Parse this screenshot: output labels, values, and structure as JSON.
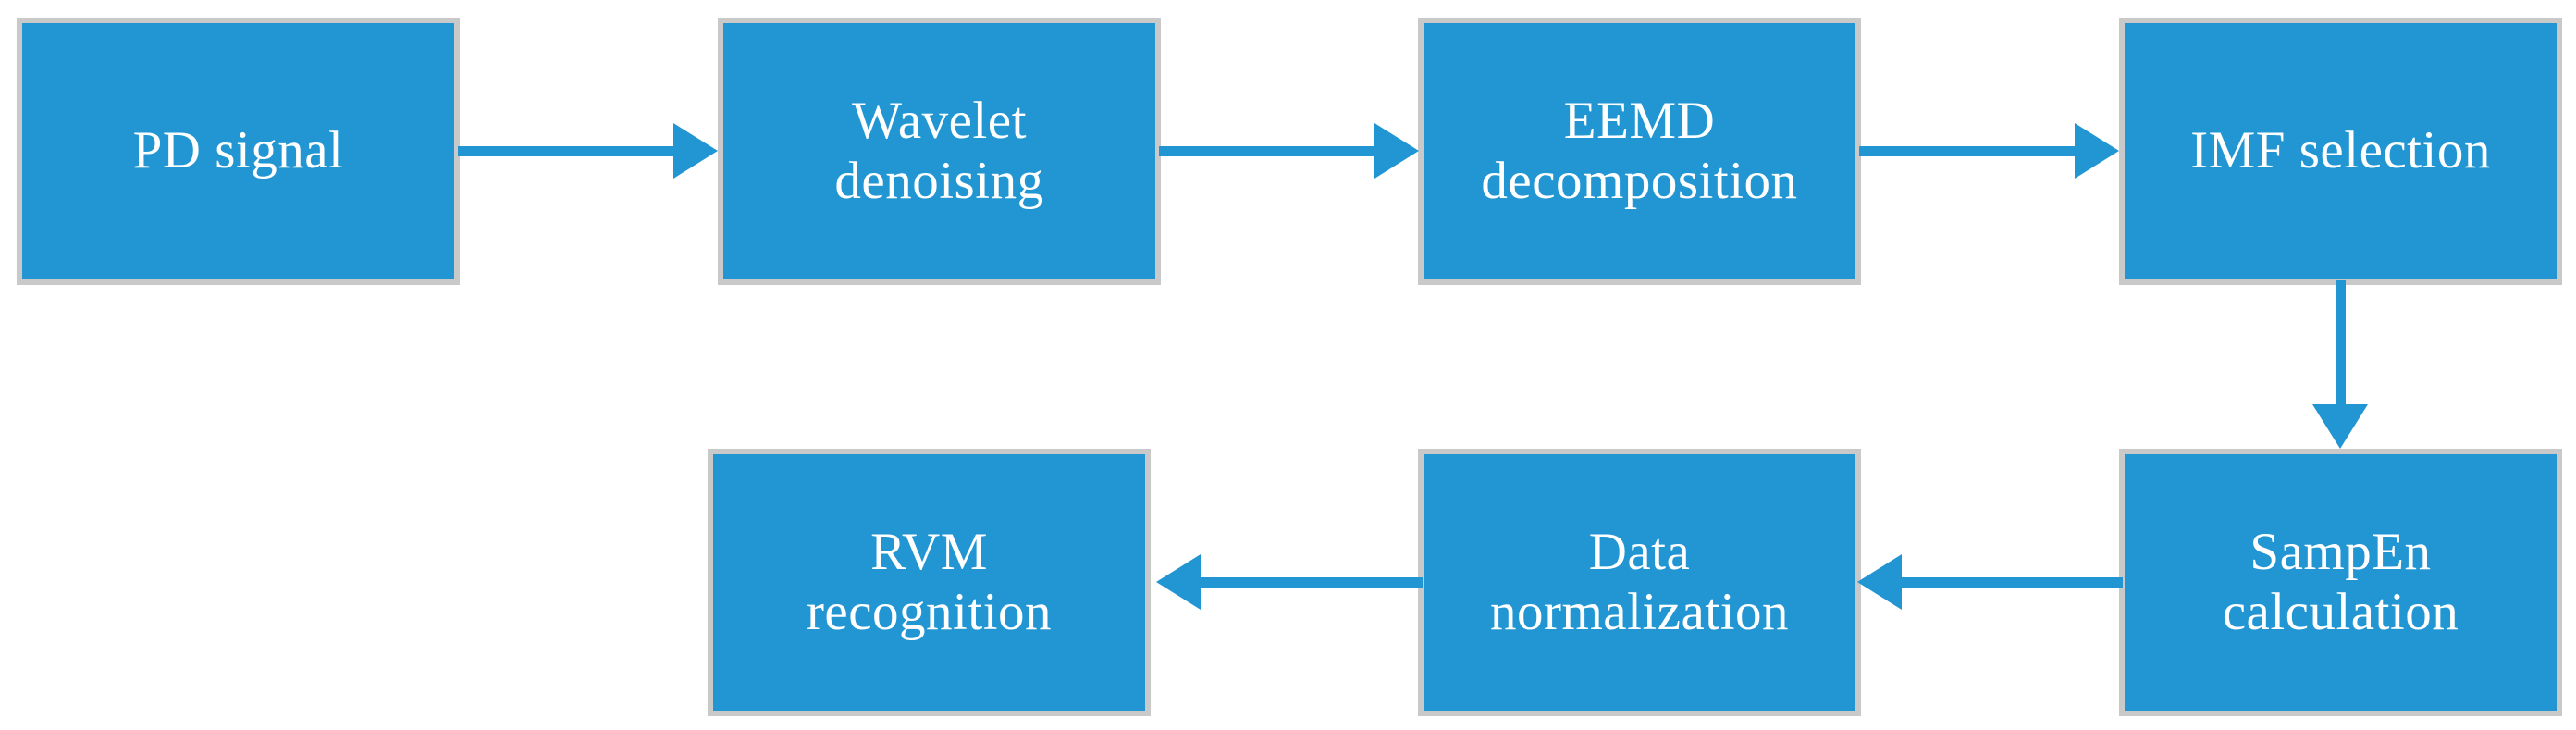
{
  "diagram": {
    "title": "PD signal processing and recognition flowchart",
    "type": "flowchart",
    "orientation": "two-row serpentine (left-to-right, then right-to-left)",
    "colors": {
      "node_fill": "#2196D3",
      "node_border": "#C9C9C9",
      "node_text": "#FFFFFF",
      "connector": "#2196D3",
      "background": "#FFFFFF"
    },
    "nodes": [
      {
        "id": "pd-signal",
        "label": "PD signal",
        "row": 1,
        "order": 1
      },
      {
        "id": "wavelet-denoising",
        "label": "Wavelet\ndenoising",
        "row": 1,
        "order": 2
      },
      {
        "id": "eemd-decomposition",
        "label": "EEMD\ndecomposition",
        "row": 1,
        "order": 3
      },
      {
        "id": "imf-selection",
        "label": "IMF selection",
        "row": 1,
        "order": 4
      },
      {
        "id": "sampen-calculation",
        "label": "SampEn\ncalculation",
        "row": 2,
        "order": 5
      },
      {
        "id": "data-normalization",
        "label": "Data\nnormalization",
        "row": 2,
        "order": 6
      },
      {
        "id": "rvm-recognition",
        "label": "RVM\nrecognition",
        "row": 2,
        "order": 7
      }
    ],
    "edges": [
      {
        "id": "e1",
        "from": "pd-signal",
        "to": "wavelet-denoising",
        "direction": "right"
      },
      {
        "id": "e2",
        "from": "wavelet-denoising",
        "to": "eemd-decomposition",
        "direction": "right"
      },
      {
        "id": "e3",
        "from": "eemd-decomposition",
        "to": "imf-selection",
        "direction": "right"
      },
      {
        "id": "e4",
        "from": "imf-selection",
        "to": "sampen-calculation",
        "direction": "down"
      },
      {
        "id": "e5",
        "from": "sampen-calculation",
        "to": "data-normalization",
        "direction": "left"
      },
      {
        "id": "e6",
        "from": "data-normalization",
        "to": "rvm-recognition",
        "direction": "left"
      }
    ]
  }
}
